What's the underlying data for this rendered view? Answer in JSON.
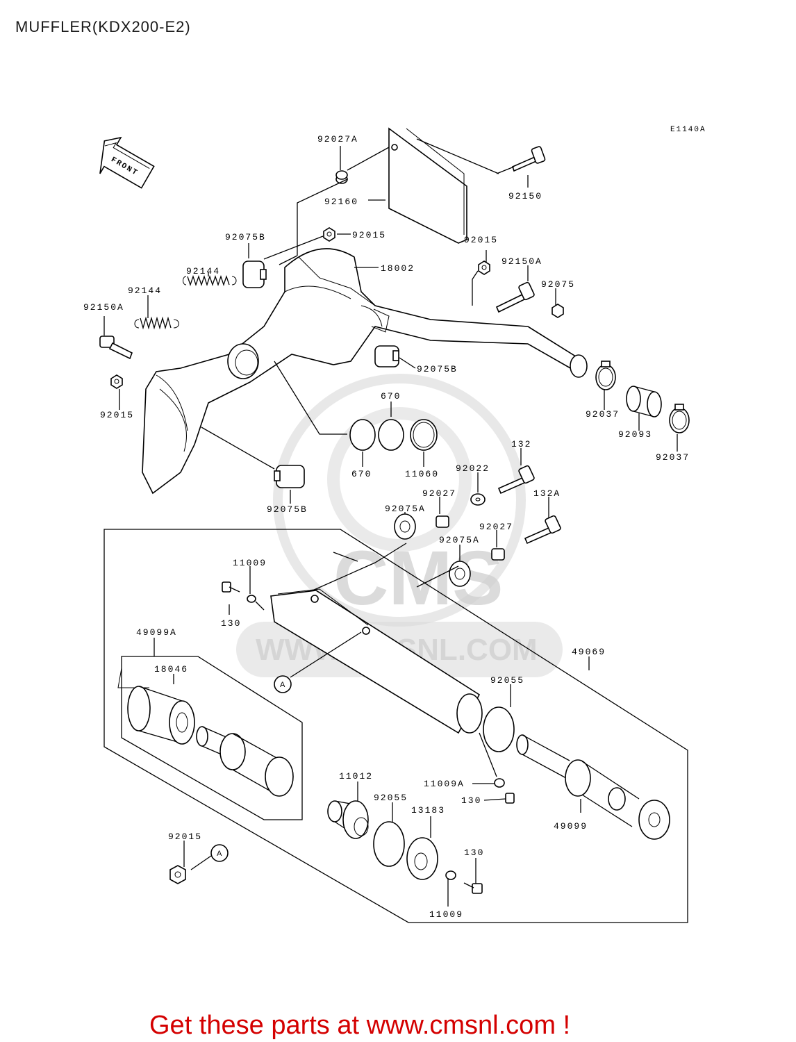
{
  "header": {
    "title": "MUFFLER(KDX200-E2)",
    "figure_code": "E1140A"
  },
  "front_arrow": {
    "label": "FRONT"
  },
  "watermark": {
    "brand": "CMS",
    "url": "WWW.CMSNL.COM"
  },
  "reference_marker": "A",
  "parts": {
    "p92027A": "92027A",
    "p92160": "92160",
    "p92150": "92150",
    "p92075B_1": "92075B",
    "p92015_1": "92015",
    "p18002": "18002",
    "p92015_2": "92015",
    "p92150A_1": "92150A",
    "p92144_1": "92144",
    "p92144_2": "92144",
    "p92075": "92075",
    "p92150A_2": "92150A",
    "p92075B_2": "92075B",
    "p92015_3": "92015",
    "p670_1": "670",
    "p92037_1": "92037",
    "p92093": "92093",
    "p92037_2": "92037",
    "p670_2": "670",
    "p11060": "11060",
    "p132": "132",
    "p92022": "92022",
    "p92075B_3": "92075B",
    "p92027_1": "92027",
    "p92075A_1": "92075A",
    "p132A": "132A",
    "p92027_2": "92027",
    "p92075A_2": "92075A",
    "p11009_1": "11009",
    "p130_1": "130",
    "p49099A": "49099A",
    "p18046": "18046",
    "p49069": "49069",
    "p92055_1": "92055",
    "p11012": "11012",
    "p11009A": "11009A",
    "p92055_2": "92055",
    "p13183": "13183",
    "p130_2": "130",
    "p49099": "49099",
    "p92015_4": "92015",
    "p130_3": "130",
    "p11009_2": "11009"
  },
  "footer": {
    "cta": "Get these parts at www.cmsnl.com !"
  }
}
